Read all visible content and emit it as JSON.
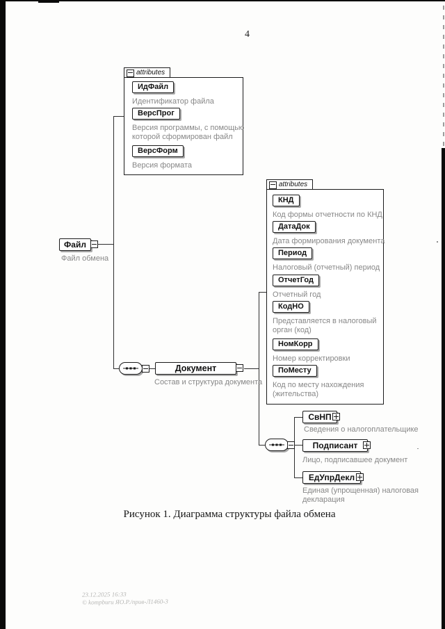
{
  "page": {
    "number": "4",
    "caption": "Рисунок 1. Диаграмма структуры файла обмена",
    "stamp": {
      "line1": "23.12.2025 16:33",
      "line2": "© kompburu ЯО.Р./прив-Л1460-3"
    }
  },
  "icons": {
    "attributes_collapse": "minus-box-icon",
    "element_collapse": "dash-box-icon",
    "element_expand": "plus-box-icon",
    "sequence": "sequence-oval-icon"
  },
  "colors": {
    "line": "#2e2e2e",
    "description_text": "#878787",
    "node_shadow": "#a9a9a9",
    "scan_border": "#0a0a0a"
  },
  "diagram": {
    "root": {
      "name": "Файл",
      "description": "Файл обмена"
    },
    "root_attributes": {
      "header": "attributes",
      "items": [
        {
          "name": "ИдФайл",
          "description": "Идентификатор файла"
        },
        {
          "name": "ВерсПрог",
          "description": "Версия программы, с помощью которой сформирован файл"
        },
        {
          "name": "ВерсФорм",
          "description": "Версия формата"
        }
      ]
    },
    "document": {
      "name": "Документ",
      "description": "Состав и структура документа"
    },
    "document_attributes": {
      "header": "attributes",
      "items": [
        {
          "name": "КНД",
          "description": "Код формы отчетности по КНД"
        },
        {
          "name": "ДатаДок",
          "description": "Дата формирования документа"
        },
        {
          "name": "Период",
          "description": "Налоговый (отчетный) период"
        },
        {
          "name": "ОтчетГод",
          "description": "Отчетный год"
        },
        {
          "name": "КодНО",
          "description": "Представляется в налоговый орган (код)"
        },
        {
          "name": "НомКорр",
          "description": "Номер корректировки"
        },
        {
          "name": "ПоМесту",
          "description": "Код по месту нахождения (жительства)"
        }
      ]
    },
    "document_children": [
      {
        "name": "СвНП",
        "description": "Сведения о налогоплательщике"
      },
      {
        "name": "Подписант",
        "description": "Лицо, подписавшее документ"
      },
      {
        "name": "ЕдУпрДекл",
        "description": "Единая (упрощенная) налоговая декларация"
      }
    ]
  }
}
